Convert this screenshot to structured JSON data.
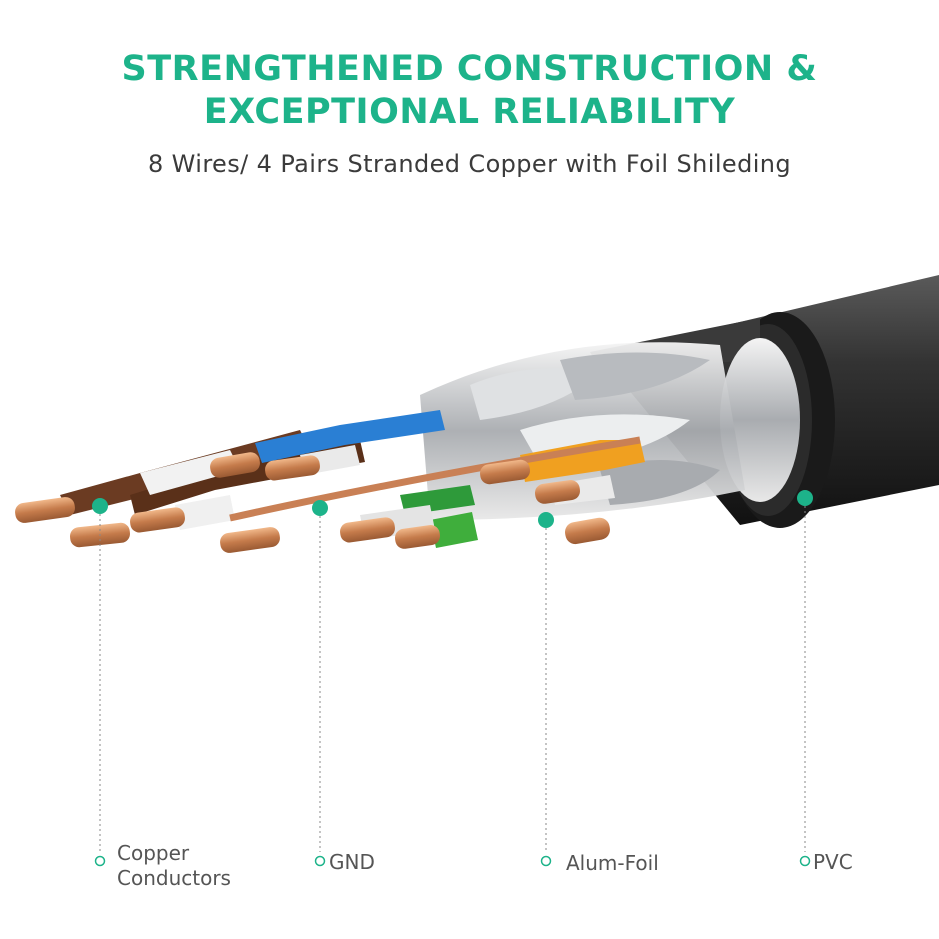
{
  "header": {
    "title_line1": "STRENGTHENED CONSTRUCTION &",
    "title_line2": "EXCEPTIONAL RELIABILITY",
    "subtitle": "8 Wires/ 4 Pairs Stranded Copper with Foil Shileding"
  },
  "callouts": [
    {
      "line1": "Copper",
      "line2": "Conductors"
    },
    {
      "line1": "GND"
    },
    {
      "line1": "Alum-Foil"
    },
    {
      "line1": "PVC"
    }
  ],
  "colors": {
    "accent": "#1db38a",
    "copper": "#d08a5c",
    "jacket": "#2a2a2a",
    "foil": "#c9ccd0",
    "text": "#555555"
  }
}
